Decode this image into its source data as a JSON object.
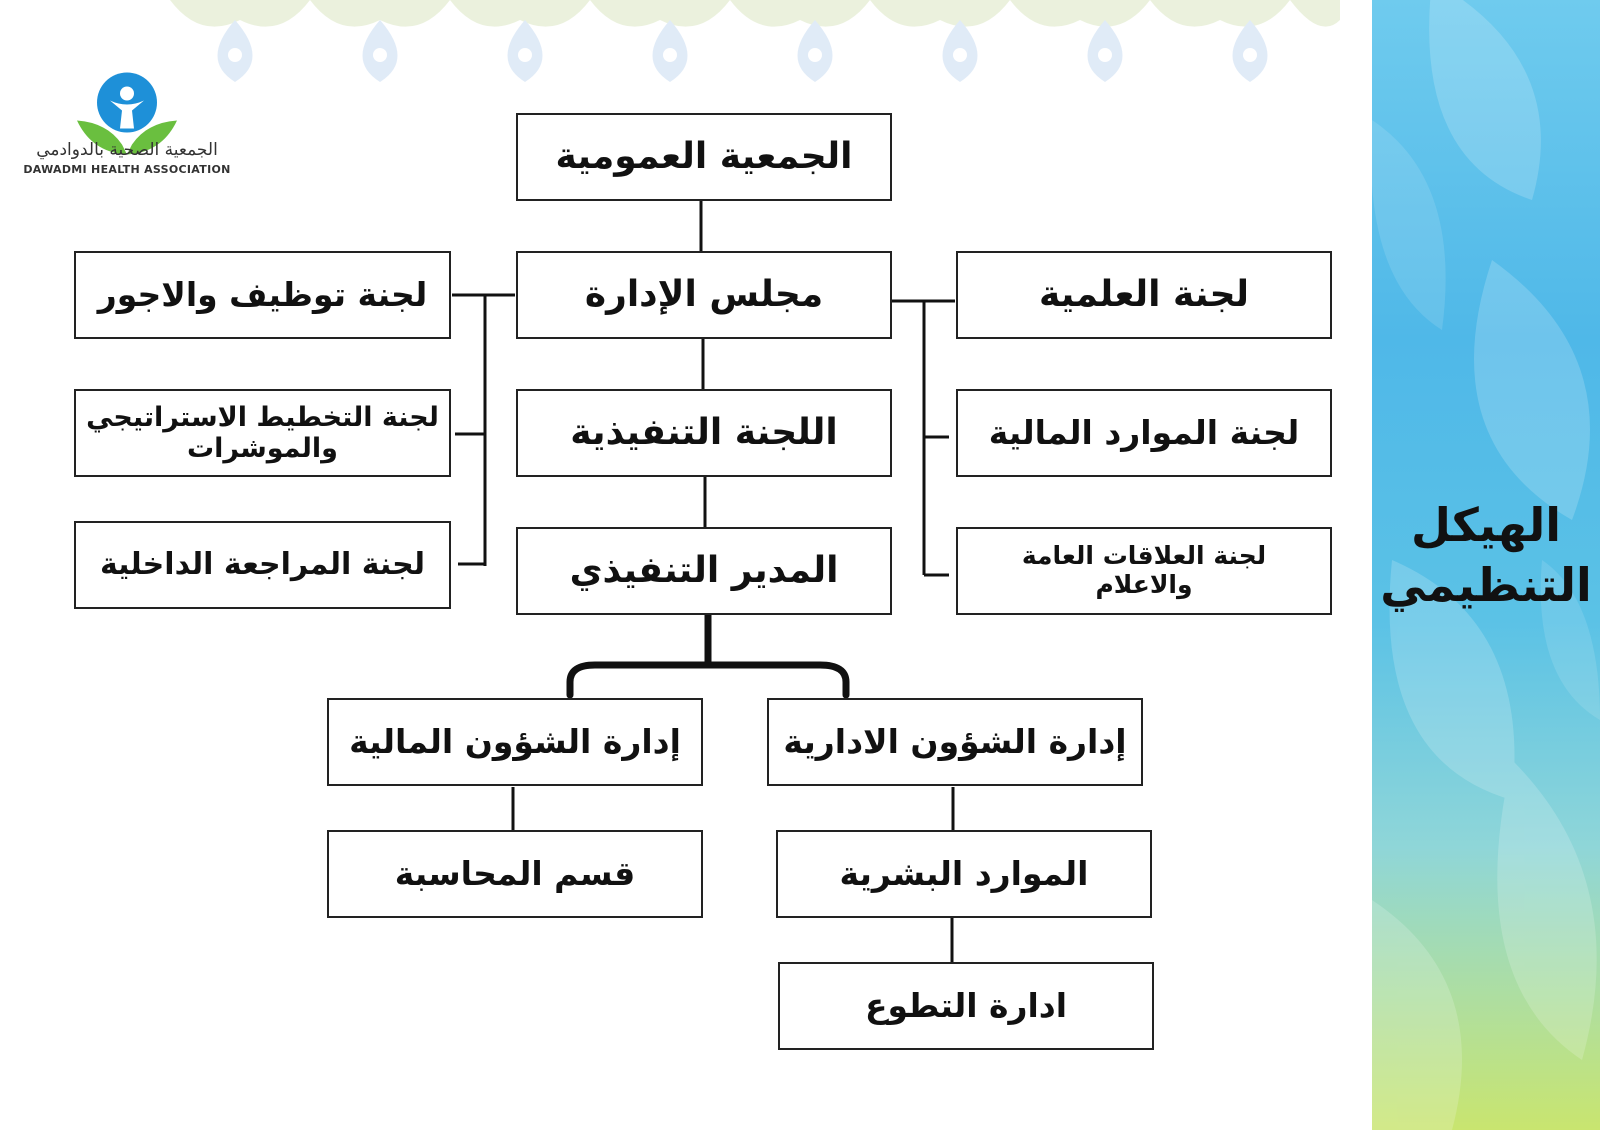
{
  "side_title": {
    "line1": "الهيكل",
    "line2": "التنظيمي"
  },
  "logo": {
    "name_ar": "الجمعية الصحية بالدوادمي",
    "name_en": "DAWADMI HEALTH ASSOCIATION"
  },
  "org_chart": {
    "general_assembly": "الجمعية العمومية",
    "board": "مجلس الإدارة",
    "executive_committee": "اللجنة التنفيذية",
    "executive_director": "المدير التنفيذي",
    "left_committees": [
      "لجنة توظيف والاجور",
      "لجنة التخطيط الاستراتيجي والموشرات",
      "لجنة المراجعة الداخلية"
    ],
    "right_committees": [
      "لجنة العلمية",
      "لجنة الموارد المالية",
      "لجنة العلاقات العامة والاعلام"
    ],
    "financial_affairs": "إدارة الشؤون المالية",
    "accounting": "قسم المحاسبة",
    "administrative_affairs": "إدارة الشؤون الادارية",
    "human_resources": "الموارد البشرية",
    "volunteering": "ادارة التطوع"
  },
  "colors": {
    "side_panel_top": "#4fb8e8",
    "side_panel_bottom": "#c9e56f",
    "logo_blue": "#1e90d8",
    "logo_green": "#6abf3f"
  }
}
